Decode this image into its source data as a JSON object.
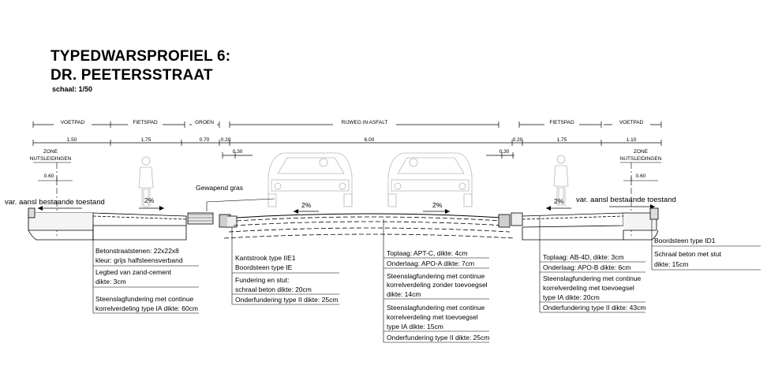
{
  "title": {
    "line1": "TYPEDWARSPROFIEL 6:",
    "line2": "DR. PEETERSSTRAAT",
    "scale": "schaal: 1/50"
  },
  "zones": {
    "voetpad_left": "VOETPAD",
    "fietspad_left": "FIETSPAD",
    "groen": "GROEN",
    "rijweg": "RIJWEG IN ASFALT",
    "fietspad_right": "FIETSPAD",
    "voetpad_right": "VOETPAD"
  },
  "dimensions": {
    "voetpad_left": "1.50",
    "fietspad_left": "1.75",
    "groen": "0.70",
    "gap_left": "0.20",
    "rijweg": "6.00",
    "gap_right": "0.20",
    "fietspad_right": "1.75",
    "voetpad_right": "1.10",
    "offset_left": "0.30",
    "offset_right": "0.30",
    "nuts_left": "0.60",
    "nuts_right": "0.60"
  },
  "nutsleidingen": {
    "left_line1": "ZONE",
    "left_line2": "NUTSLEIDINGEN",
    "right_line1": "ZONE",
    "right_line2": "NUTSLEIDINGEN"
  },
  "labels": {
    "var_left": "var. aansl bestaande toestand",
    "var_right": "var. aansl bestaande toestand",
    "gewapend_gras": "Gewapend gras",
    "slope1": "2%",
    "slope2": "2%",
    "slope3": "2%",
    "slope4": "2%"
  },
  "annotations": {
    "voetpad": [
      "Betonstraatstenen: 22x22x8",
      "kleur: grijs halfsteensverband",
      "Legbed van zand-cement",
      "dikte: 3cm",
      "Steenslagfundering met continue",
      "korrelverdeling type IA dikte: 60cm"
    ],
    "kantstrook": [
      "Kantstrook type IIE1",
      "Boordsteen type IE",
      "Fundering en stut:",
      "schraal beton dikte: 20cm",
      "Onderfundering type II dikte: 25cm"
    ],
    "rijweg": [
      "Toplaag: APT-C, dikte: 4cm",
      "Onderlaag: APO-A dikte: 7cm",
      "Steenslagfundering met continue",
      "korrelverdeling zonder toevoegsel",
      "dikte: 14cm",
      "Steenslagfundering met continue",
      "korrelverdeling met toevoegsel",
      "type IA dikte: 15cm",
      "Onderfundering type II dikte: 25cm"
    ],
    "fietspad": [
      "Toplaag: AB-4D, dikte: 3cm",
      "Onderlaag: APO-B dikte: 6cm",
      "Steenslagfundering met continue",
      "korrelverdeling met toevoegsel",
      "type IA dikte: 20cm",
      "Onderfundering type II dikte: 43cm"
    ],
    "boordsteen": [
      "Boordsteen type ID1",
      "Schraal beton met stut",
      "dikte: 15cm"
    ]
  }
}
